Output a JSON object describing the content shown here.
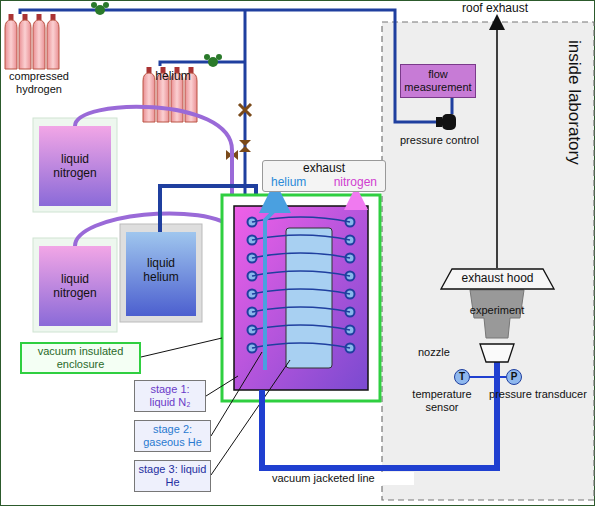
{
  "diagram": {
    "nodes": [
      {
        "text": [
          "inside laboratory"
        ]
      },
      {
        "text": [
          "flow measurement"
        ],
        "in": 0
      },
      {
        "text": [
          "exhaust hood"
        ],
        "in": 0
      },
      {
        "text": [
          "nozzle"
        ],
        "in": 0
      },
      {
        "text": [
          "T"
        ],
        "in": 0
      },
      {
        "text": [
          "P"
        ],
        "in": 0
      },
      {
        "text": [
          "liquid nitrogen"
        ]
      },
      {
        "text": [
          "liquid nitrogen"
        ]
      },
      {
        "text": [
          "liquid helium"
        ]
      },
      {
        "text": [
          "exhaust",
          "helium",
          "nitrogen"
        ]
      },
      {
        "text": [
          "vacuum insulated enclosure"
        ]
      },
      {
        "text": [
          "stage 1: liquid N₂"
        ]
      },
      {
        "text": [
          "stage 2: gaseous He"
        ]
      },
      {
        "text": [
          "stage 3: liquid He"
        ]
      }
    ],
    "edges": [
      {
        "from": 4,
        "to": 5,
        "arrow": "none"
      }
    ],
    "labels": [
      "roof exhaust",
      "compressed hydrogen",
      "helium",
      "pressure control",
      "experiment",
      "temperature sensor",
      "pressure transducer",
      "vacuum jacketed line"
    ]
  }
}
